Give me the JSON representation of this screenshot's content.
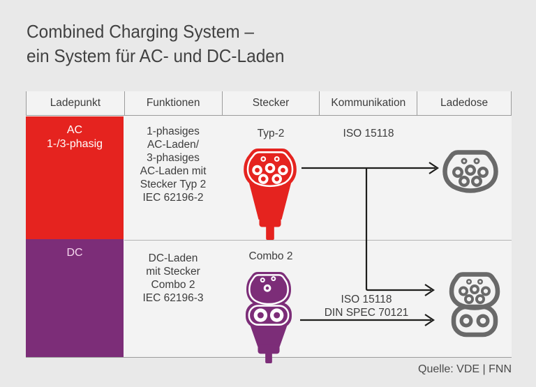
{
  "title": {
    "line1": "Combined Charging System –",
    "line2": "ein System für AC- und DC-Laden"
  },
  "source_label": "Quelle: VDE | FNN",
  "colors": {
    "ac_red": "#e5231f",
    "dc_purple": "#7c2d78",
    "socket_gray": "#696969",
    "arrow_black": "#1d1d1b",
    "table_bg": "#f3f3f3",
    "page_bg": "#e9e9e9"
  },
  "table": {
    "headers": [
      "Ladepunkt",
      "Funktionen",
      "Stecker",
      "Kommunikation",
      "Ladedose"
    ],
    "rows": {
      "ac": {
        "ladepunkt_line1": "AC",
        "ladepunkt_line2": "1-/3-phasig",
        "funktionen": [
          "1-phasiges",
          "AC-Laden/",
          "3-phasiges",
          "AC-Laden mit",
          "Stecker Typ 2",
          "IEC 62196-2"
        ],
        "stecker": "Typ-2",
        "kommunikation": [
          "ISO 15118"
        ],
        "plug_icon": "typ2-plug-icon",
        "socket_icon": "typ2-socket-icon"
      },
      "dc": {
        "ladepunkt_line1": "DC",
        "ladepunkt_line2": "",
        "funktionen": [
          "DC-Laden",
          "mit Stecker",
          "Combo 2",
          "IEC 62196-3"
        ],
        "stecker": "Combo 2",
        "kommunikation": [
          "ISO 15118",
          "DIN SPEC 70121"
        ],
        "plug_icon": "combo2-plug-icon",
        "socket_icon": "combo2-socket-icon"
      }
    }
  }
}
